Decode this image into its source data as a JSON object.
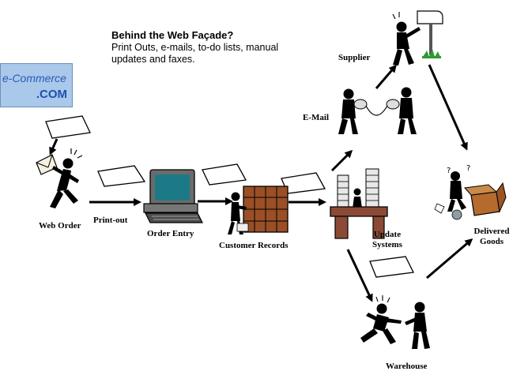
{
  "heading": {
    "title": "Behind the Web Façade?",
    "subtitle_line1": "Print Outs, e-mails, to-do lists, manual",
    "subtitle_line2": "updates and faxes."
  },
  "logo": {
    "line1": "e-Commerce",
    "line2": ".COM"
  },
  "labels": {
    "supplier": "Supplier",
    "email": "E-Mail",
    "web_order": "Web Order",
    "print_out": "Print-out",
    "order_entry": "Order Entry",
    "customer_records": "Customer Records",
    "update_systems_1": "Update",
    "update_systems_2": "Systems",
    "delivered_1": "Delivered",
    "delivered_2": "Goods",
    "warehouse": "Warehouse"
  },
  "colors": {
    "desk": "#8b4a35",
    "cabinet": "#9a4f26",
    "monitor": "#1b7a86",
    "box": "#b56a2e",
    "grass": "#2f9a2f",
    "logo_bg": "#a9c8ea",
    "logo_text": "#2a59b8"
  }
}
